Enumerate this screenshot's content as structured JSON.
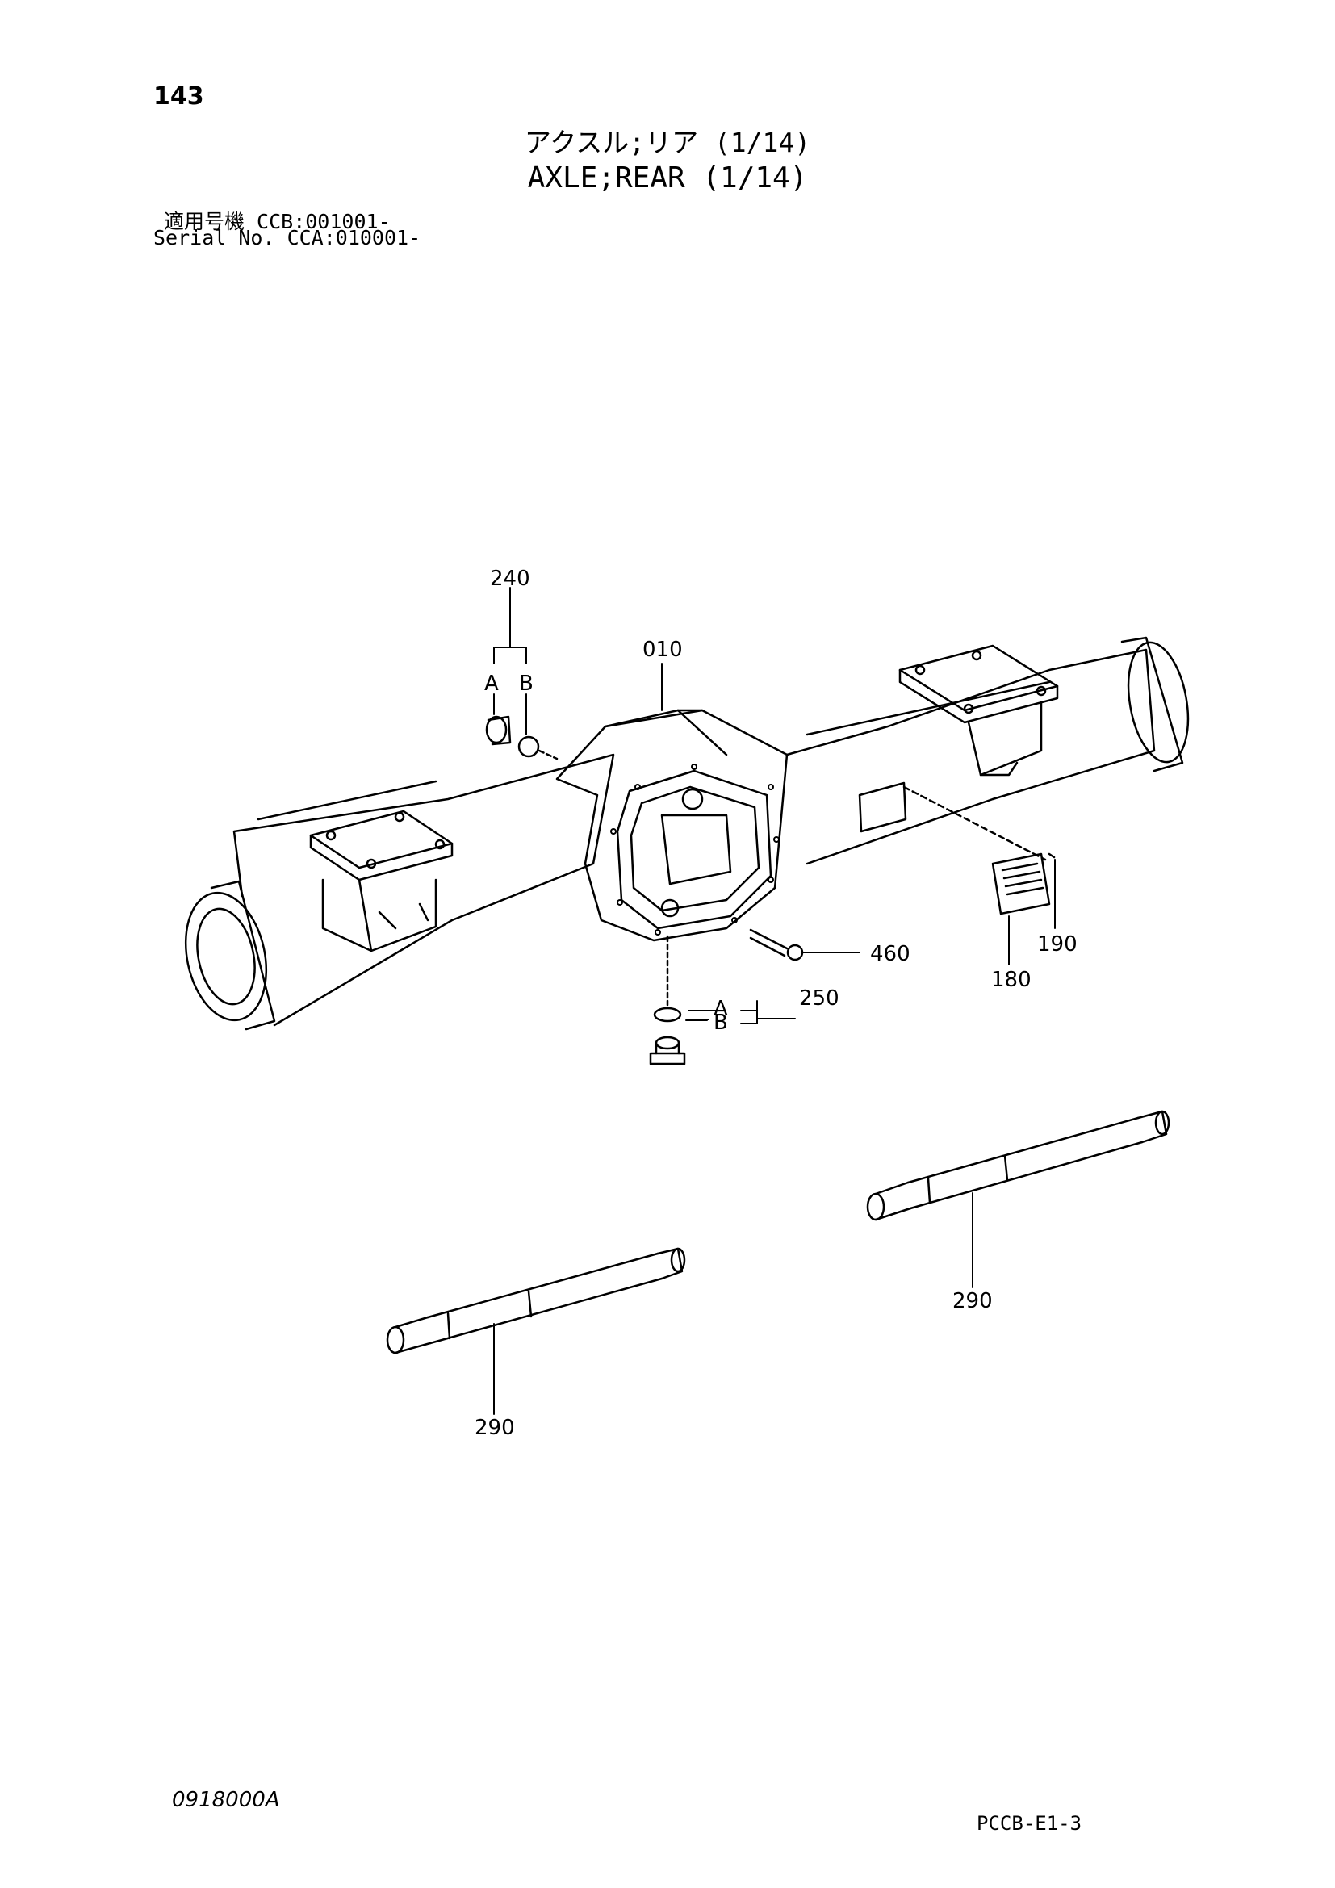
{
  "header": {
    "page_number": "143",
    "title_jp": "アクスル;リア (1/14)",
    "title_en": "AXLE;REAR (1/14)",
    "serial_line_jp": "適用号機 CCB:001001-",
    "serial_line_en": "Serial No. CCA:010001-"
  },
  "callouts": {
    "c240": "240",
    "c010": "010",
    "c460": "460",
    "c250": "250",
    "c180": "180",
    "c190": "190",
    "c290_right": "290",
    "c290_left": "290",
    "sub_a_top": "A",
    "sub_b_top": "B",
    "sub_a_bottom": "A",
    "sub_b_bottom": "B"
  },
  "footer": {
    "drawing_code": "0918000A",
    "page_code": "PCCB-E1-3"
  }
}
